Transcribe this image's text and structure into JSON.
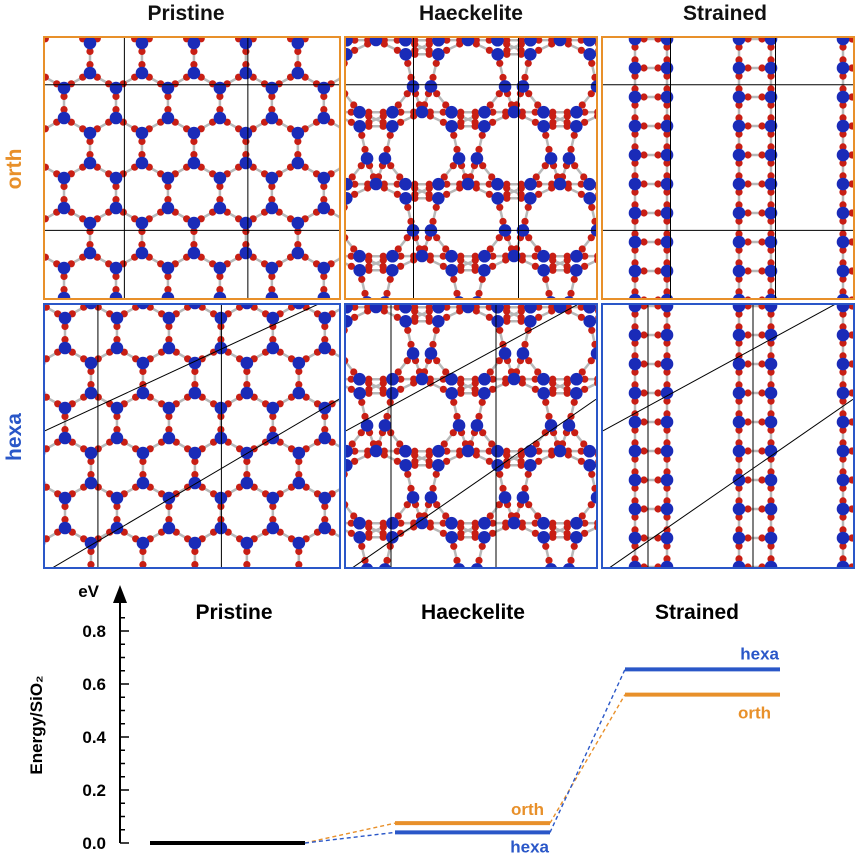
{
  "columns": [
    "Pristine",
    "Haeckelite",
    "Strained"
  ],
  "rows": [
    {
      "label": "orth",
      "color": "#e8902a"
    },
    {
      "label": "hexa",
      "color": "#2a57c8"
    }
  ],
  "atom_colors": {
    "si": "#1a2bb8",
    "o": "#c81e14",
    "bond": "#b8b8b8"
  },
  "chart_data": {
    "type": "line",
    "title": "",
    "ylabel": "Energy/SiO₂",
    "yunit": "eV",
    "ylim": [
      0,
      0.9
    ],
    "yticks": [
      "0.0",
      "0.2",
      "0.4",
      "0.6",
      "0.8"
    ],
    "categories": [
      "Pristine",
      "Haeckelite",
      "Strained"
    ],
    "series": [
      {
        "name": "orth",
        "color": "#e8902a",
        "values": [
          0.0,
          0.075,
          0.56
        ]
      },
      {
        "name": "hexa",
        "color": "#2a57c8",
        "values": [
          0.0,
          0.04,
          0.655
        ]
      }
    ],
    "baseline_color": "#000000"
  }
}
